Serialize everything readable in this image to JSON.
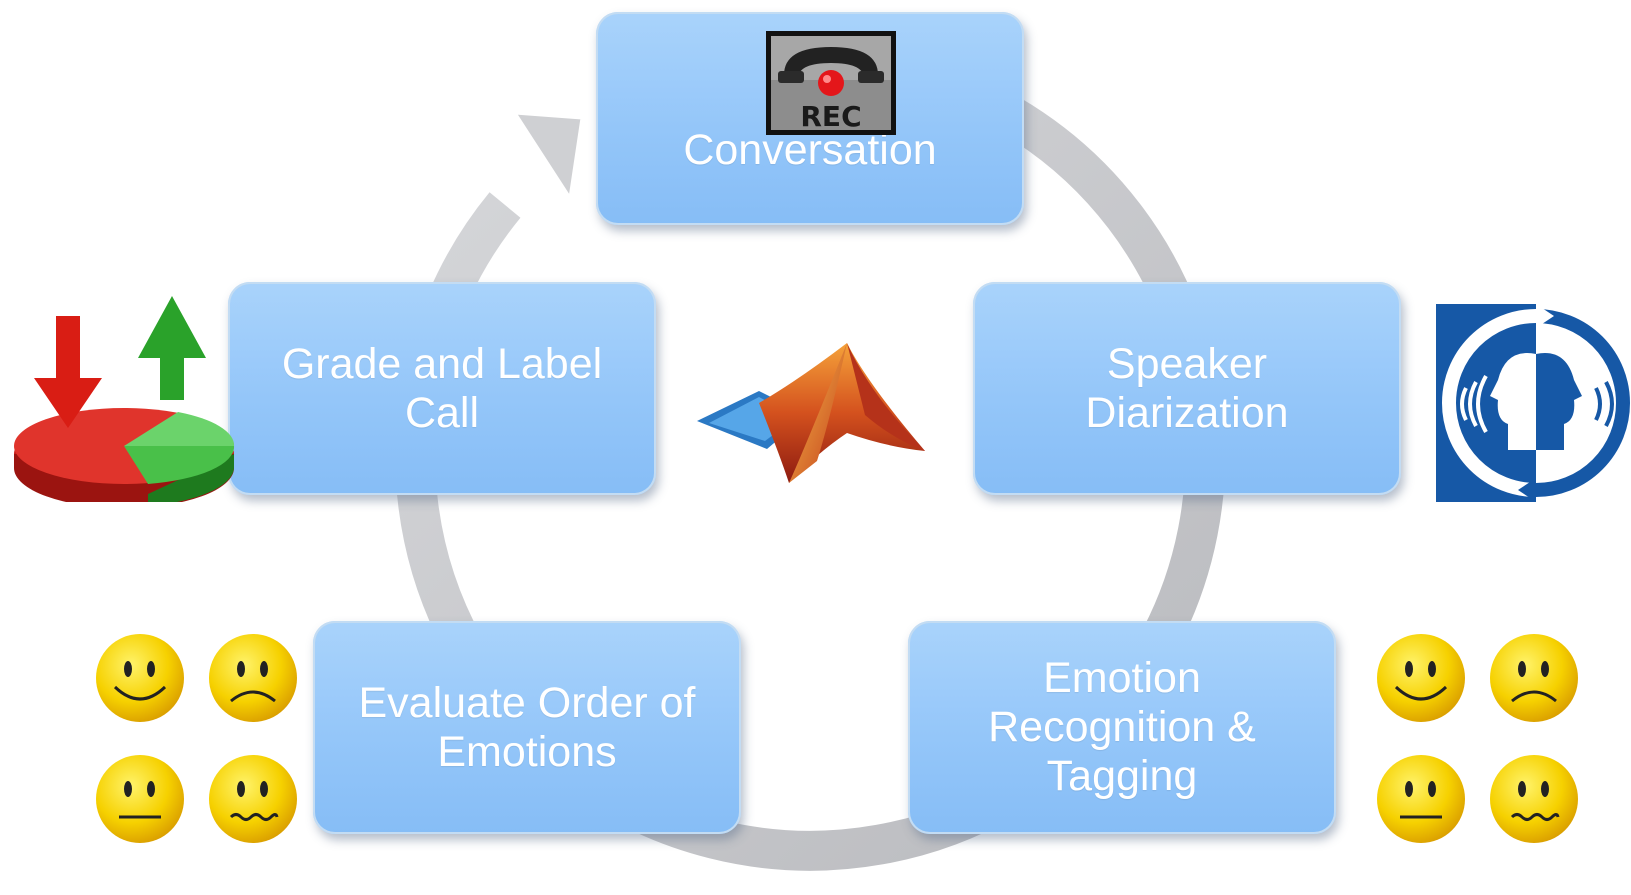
{
  "diagram": {
    "nodes": {
      "conversation": {
        "label": "Conversation"
      },
      "speaker_diarization": {
        "label": "Speaker\nDiarization"
      },
      "emotion_recognition": {
        "label": "Emotion\nRecognition &\nTagging"
      },
      "evaluate_order": {
        "label": "Evaluate Order of\nEmotions"
      },
      "grade_label": {
        "label": "Grade and Label\nCall"
      }
    },
    "flow": [
      "conversation",
      "speaker_diarization",
      "emotion_recognition",
      "evaluate_order",
      "grade_label"
    ],
    "center_logo": "matlab-logo",
    "icons": {
      "recorder": {
        "name": "phone-record-icon",
        "text": "REC"
      },
      "speaker": "speaker-diarization-icon",
      "grade": "grade-chart-icon",
      "emotions": "emoji-faces-icon"
    },
    "colors": {
      "node_fill": "#94c6f9",
      "cycle_arrow": "#c9cacd",
      "label_text": "#ffffff"
    }
  }
}
